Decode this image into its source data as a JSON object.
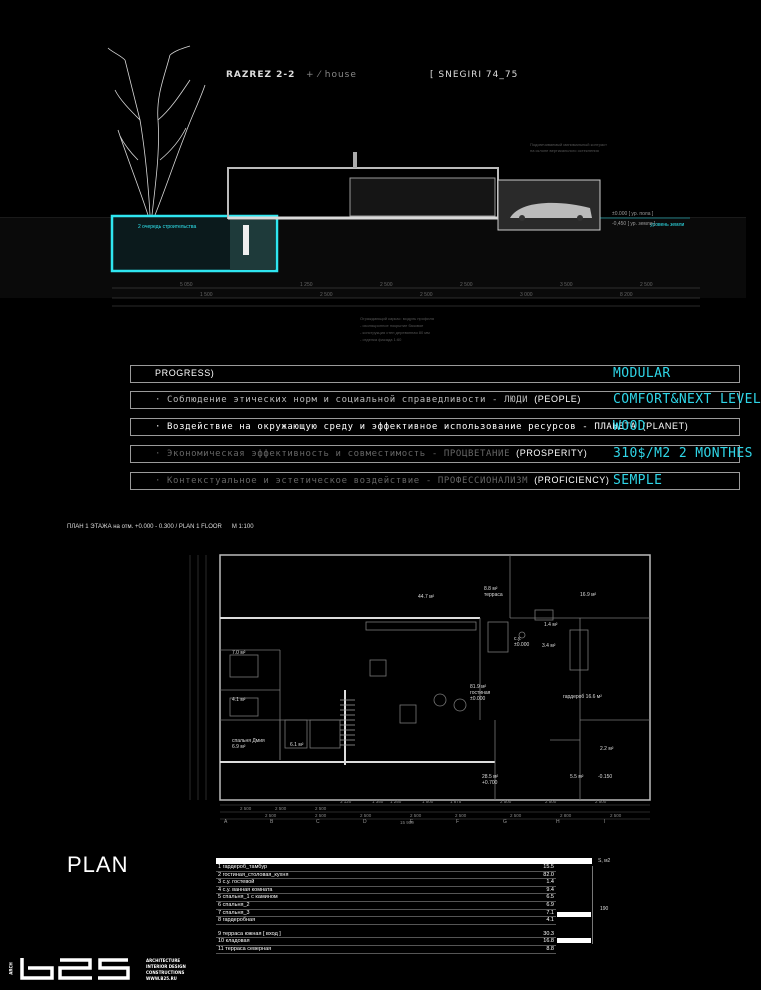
{
  "header": {
    "section_label": "RAZREZ 2-2",
    "house_mark": "+ ⁄ house",
    "project": "[ SNEGIRI   74_75"
  },
  "section": {
    "annotation_cyan": "2 очередь строительства",
    "ground_label": "уровень земли",
    "level_0": "±0.000 [ ур. пола ]",
    "level_m0450": "-0,450 [ ур. земли ]"
  },
  "criteria": [
    {
      "ru": "PROGRESS)",
      "en": "",
      "value": "MODULAR"
    },
    {
      "ru": "· Соблюдение этических норм и социальной справедливости - ЛЮДИ",
      "en": "(PEOPLE)",
      "value": "COMFORT&NEXT LEVEL"
    },
    {
      "ru": "· Воздействие на окружающую среду и эффективное использование ресурсов - ПЛАНЕТА",
      "en": "(PLANET)",
      "value": "WOOD"
    },
    {
      "ru": "· Экономическая эффективность и совместимость - ПРОЦВЕТАНИЕ",
      "en": "(PROSPERITY)",
      "value": "310$/M2  2 MONTHES"
    },
    {
      "ru": "· Контекстуальное и эстетическое воздействие - ПРОФЕССИОНАЛИЗМ",
      "en": "(PROFICIENCY)",
      "value": "SEMPLE"
    }
  ],
  "plan": {
    "caption": "ПЛАН 1 ЭТАЖА на отм. +0.000 - 0.300 / PLAN 1 FLOOR      M 1:100",
    "rooms_labels": {
      "r1": "44.7 м²",
      "r2": "8.8 м²\nтерраса",
      "r3": "16.9 м²",
      "r4": "81.9 м²\nгостиная\n±0.000",
      "r5": "гардероб 16.6 м²",
      "r6": "7.0 м²",
      "r7": "4.1 м²",
      "r8": "спальня Дмия\n6.9 м²",
      "r9": "6.1 м²",
      "r10": "28.5 м²\n+0.700",
      "r11": "5.5 м²",
      "r12": "2.2 м²",
      "r13": "-0.150",
      "r14": "с.у.\n±0.000",
      "r15": "3.4 м²",
      "r16": "1.4 м²"
    },
    "axes": [
      "A",
      "B",
      "C",
      "D",
      "E",
      "F",
      "G",
      "H",
      "I"
    ]
  },
  "plan_title": "PLAN",
  "room_table": {
    "header": "S, м2",
    "rows": [
      {
        "name": "1  гардероб_тамбур",
        "value": "15.5"
      },
      {
        "name": "2  гостиная_столовая_кухня",
        "value": "82.0"
      },
      {
        "name": "3  с.у. гостевой",
        "value": "1.4"
      },
      {
        "name": "4  с.у. ванная комната",
        "value": "9.4"
      },
      {
        "name": "5  спальня_1  с камином",
        "value": "6.5"
      },
      {
        "name": "6  спальня_2",
        "value": "6.9"
      },
      {
        "name": "7  спальня_3",
        "value": "7.1"
      },
      {
        "name": "8  гардеробная",
        "value": "4.1"
      },
      {
        "name": "9  терраса южная [ вход ]",
        "value": "30.3"
      },
      {
        "name": "10  кладовая",
        "value": "16.8"
      },
      {
        "name": "11  терраса северная",
        "value": "8.8"
      }
    ],
    "total": "190"
  },
  "logo": {
    "mark": "b25",
    "side": "ARCH",
    "lines": [
      "ARCHITECTURE",
      "INTERIOR DESIGN",
      "CONSTRUCTIONS",
      "WWW.B25.RU"
    ]
  }
}
